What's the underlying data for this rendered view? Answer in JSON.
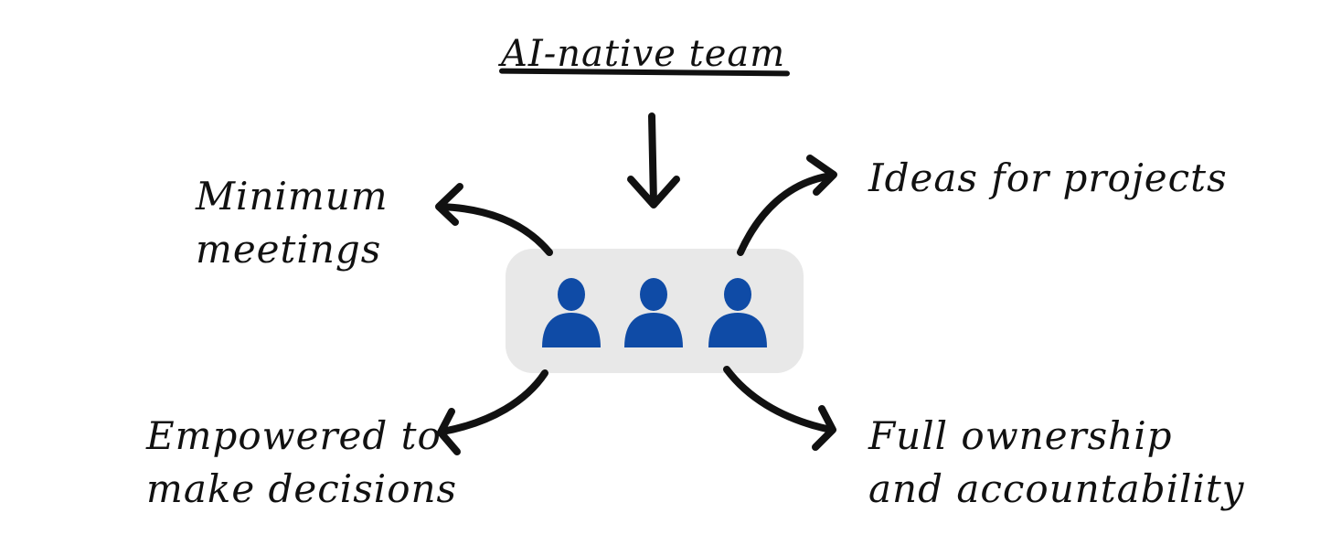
{
  "diagram": {
    "title": "AI-native team",
    "labels": {
      "top_left": [
        "Minimum",
        "meetings"
      ],
      "top_right": [
        "Ideas for projects"
      ],
      "bottom_left": [
        "Empowered to",
        "make decisions"
      ],
      "bottom_right": [
        "Full ownership",
        "and accountability"
      ]
    },
    "team": {
      "member_count": 3,
      "member_icon": "person-icon",
      "member_color": "#0f4ba6",
      "box_color": "#e8e8e8"
    },
    "arrow_color": "#111111"
  }
}
